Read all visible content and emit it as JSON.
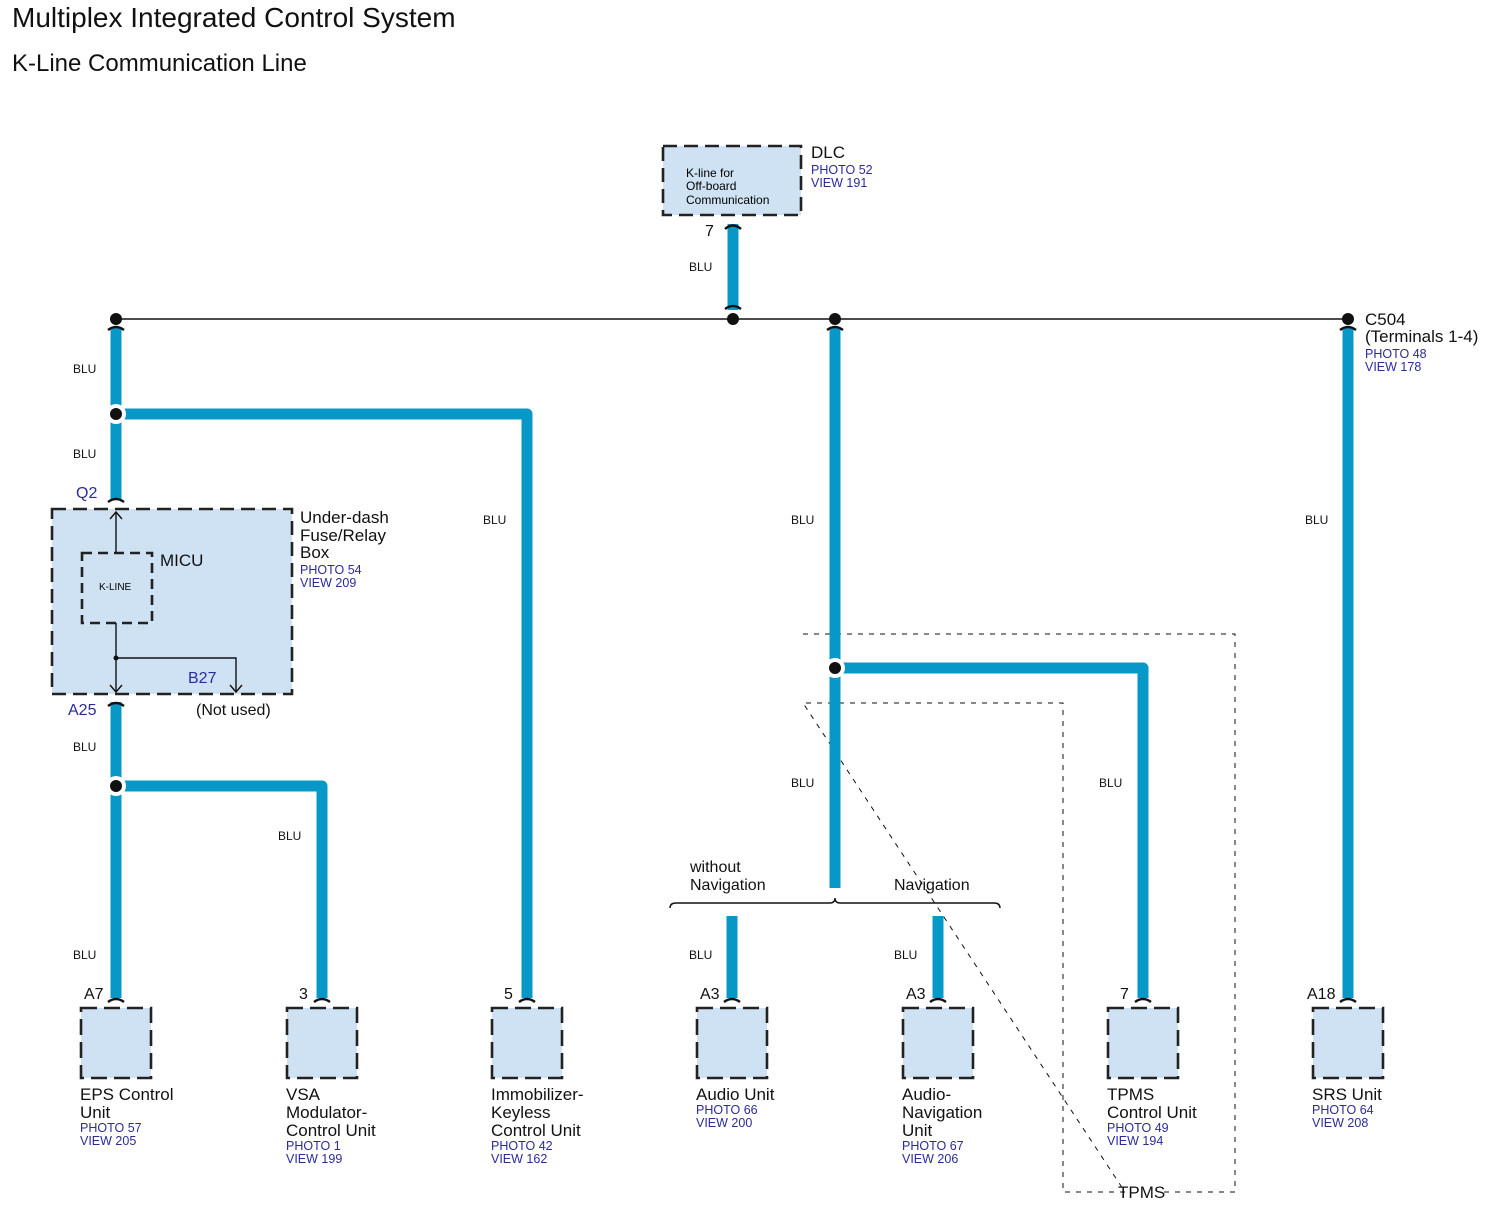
{
  "header": {
    "title": "Multiplex Integrated Control System",
    "subtitle": "K-Line Communication Line"
  },
  "colors": {
    "wire": "#0898c8",
    "box_fill": "#cfe2f3",
    "ref_text": "#2b2b9a"
  },
  "wire_color_label": "BLU",
  "dlc": {
    "name": "DLC",
    "inner": [
      "K-line for",
      "Off-board",
      "Communication"
    ],
    "photo": "PHOTO 52",
    "view": "VIEW 191",
    "pin": "7"
  },
  "c504": {
    "name": "C504",
    "sub": "(Terminals 1-4)",
    "photo": "PHOTO 48",
    "view": "VIEW 178"
  },
  "fuse_box": {
    "name": [
      "Under-dash",
      "Fuse/Relay",
      "Box"
    ],
    "photo": "PHOTO 54",
    "view": "VIEW 209",
    "micu": "MICU",
    "kline": "K-LINE",
    "pin_top": "Q2",
    "pin_bottom": "A25",
    "pin_unused": "B27",
    "unused_note": "(Not used)"
  },
  "options": {
    "without_nav": [
      "without",
      "Navigation"
    ],
    "nav": "Navigation",
    "tpms_group": "TPMS"
  },
  "units": [
    {
      "pin": "A7",
      "name": [
        "EPS Control",
        "Unit"
      ],
      "photo": "PHOTO 57",
      "view": "VIEW 205"
    },
    {
      "pin": "3",
      "name": [
        "VSA",
        "Modulator-",
        "Control Unit"
      ],
      "photo": "PHOTO 1",
      "view": "VIEW 199"
    },
    {
      "pin": "5",
      "name": [
        "Immobilizer-",
        "Keyless",
        "Control Unit"
      ],
      "photo": "PHOTO 42",
      "view": "VIEW 162"
    },
    {
      "pin": "A3",
      "name": [
        "Audio Unit"
      ],
      "photo": "PHOTO 66",
      "view": "VIEW 200"
    },
    {
      "pin": "A3",
      "name": [
        "Audio-",
        "Navigation",
        "Unit"
      ],
      "photo": "PHOTO 67",
      "view": "VIEW 206"
    },
    {
      "pin": "7",
      "name": [
        "TPMS",
        "Control Unit"
      ],
      "photo": "PHOTO 49",
      "view": "VIEW 194"
    },
    {
      "pin": "A18",
      "name": [
        "SRS Unit"
      ],
      "photo": "PHOTO 64",
      "view": "VIEW 208"
    }
  ]
}
